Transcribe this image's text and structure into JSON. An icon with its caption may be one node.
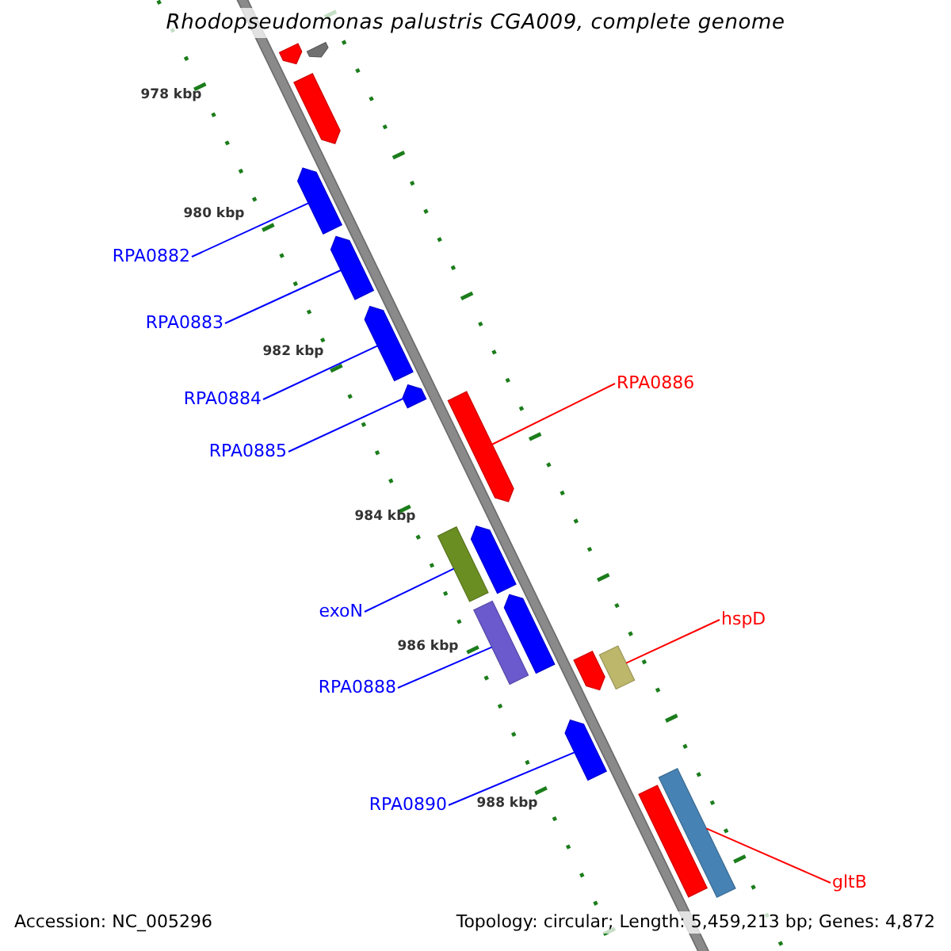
{
  "diagram": {
    "title": "Rhodopseudomonas palustris CGA009, complete genome",
    "nodes": [
      {
        "text": [],
        "shape": "bar"
      },
      {
        "text": [],
        "shape": "bar"
      },
      {
        "text": [],
        "shape": "bar"
      },
      {
        "text": [],
        "shape": "bar"
      },
      {
        "text": [],
        "shape": "bar"
      },
      {
        "text": [],
        "shape": "bar"
      },
      {
        "text": [],
        "shape": "bar"
      },
      {
        "text": [],
        "shape": "bar"
      },
      {
        "text": [],
        "shape": "bar"
      },
      {
        "text": [],
        "shape": "bar"
      },
      {
        "text": [],
        "shape": "bar"
      },
      {
        "text": [],
        "shape": "bar"
      },
      {
        "text": [],
        "shape": "bar"
      },
      {
        "text": [],
        "shape": "bar"
      },
      {
        "text": [],
        "shape": "bar"
      },
      {
        "text": [],
        "shape": "bar"
      },
      {
        "text": [],
        "shape": "bar"
      },
      {
        "text": [
          "RPA0882"
        ]
      },
      {
        "text": [
          "RPA0883"
        ]
      },
      {
        "text": [
          "RPA0884"
        ]
      },
      {
        "text": [
          "RPA0885"
        ]
      },
      {
        "text": [
          "RPA0886"
        ]
      },
      {
        "text": [
          "exoN"
        ]
      },
      {
        "text": [
          "RPA0888"
        ]
      },
      {
        "text": [
          "hspD"
        ]
      },
      {
        "text": [
          "RPA0890"
        ]
      },
      {
        "text": [
          "gltB"
        ]
      }
    ],
    "edges": [
      {
        "from": 17,
        "to": 3,
        "arrow": "none"
      },
      {
        "from": 18,
        "to": 4,
        "arrow": "none"
      },
      {
        "from": 19,
        "to": 5,
        "arrow": "none"
      },
      {
        "from": 20,
        "to": 6,
        "arrow": "none"
      },
      {
        "from": 21,
        "to": 7,
        "arrow": "none",
        "color": "#ff0000"
      },
      {
        "from": 22,
        "to": 8,
        "arrow": "none"
      },
      {
        "from": 23,
        "to": 10,
        "arrow": "none"
      },
      {
        "from": 24,
        "to": 13,
        "arrow": "none",
        "color": "#ff0000"
      },
      {
        "from": 25,
        "to": 14,
        "arrow": "none"
      },
      {
        "from": 26,
        "to": 16,
        "arrow": "none",
        "color": "#ff0000"
      }
    ],
    "labels": [
      "978 kbp",
      "980 kbp",
      "982 kbp",
      "984 kbp",
      "986 kbp",
      "988 kbp",
      "Accession: NC_005296",
      "Topology: circular; Length: 5,459,213 bp; Genes: 4,872"
    ]
  }
}
